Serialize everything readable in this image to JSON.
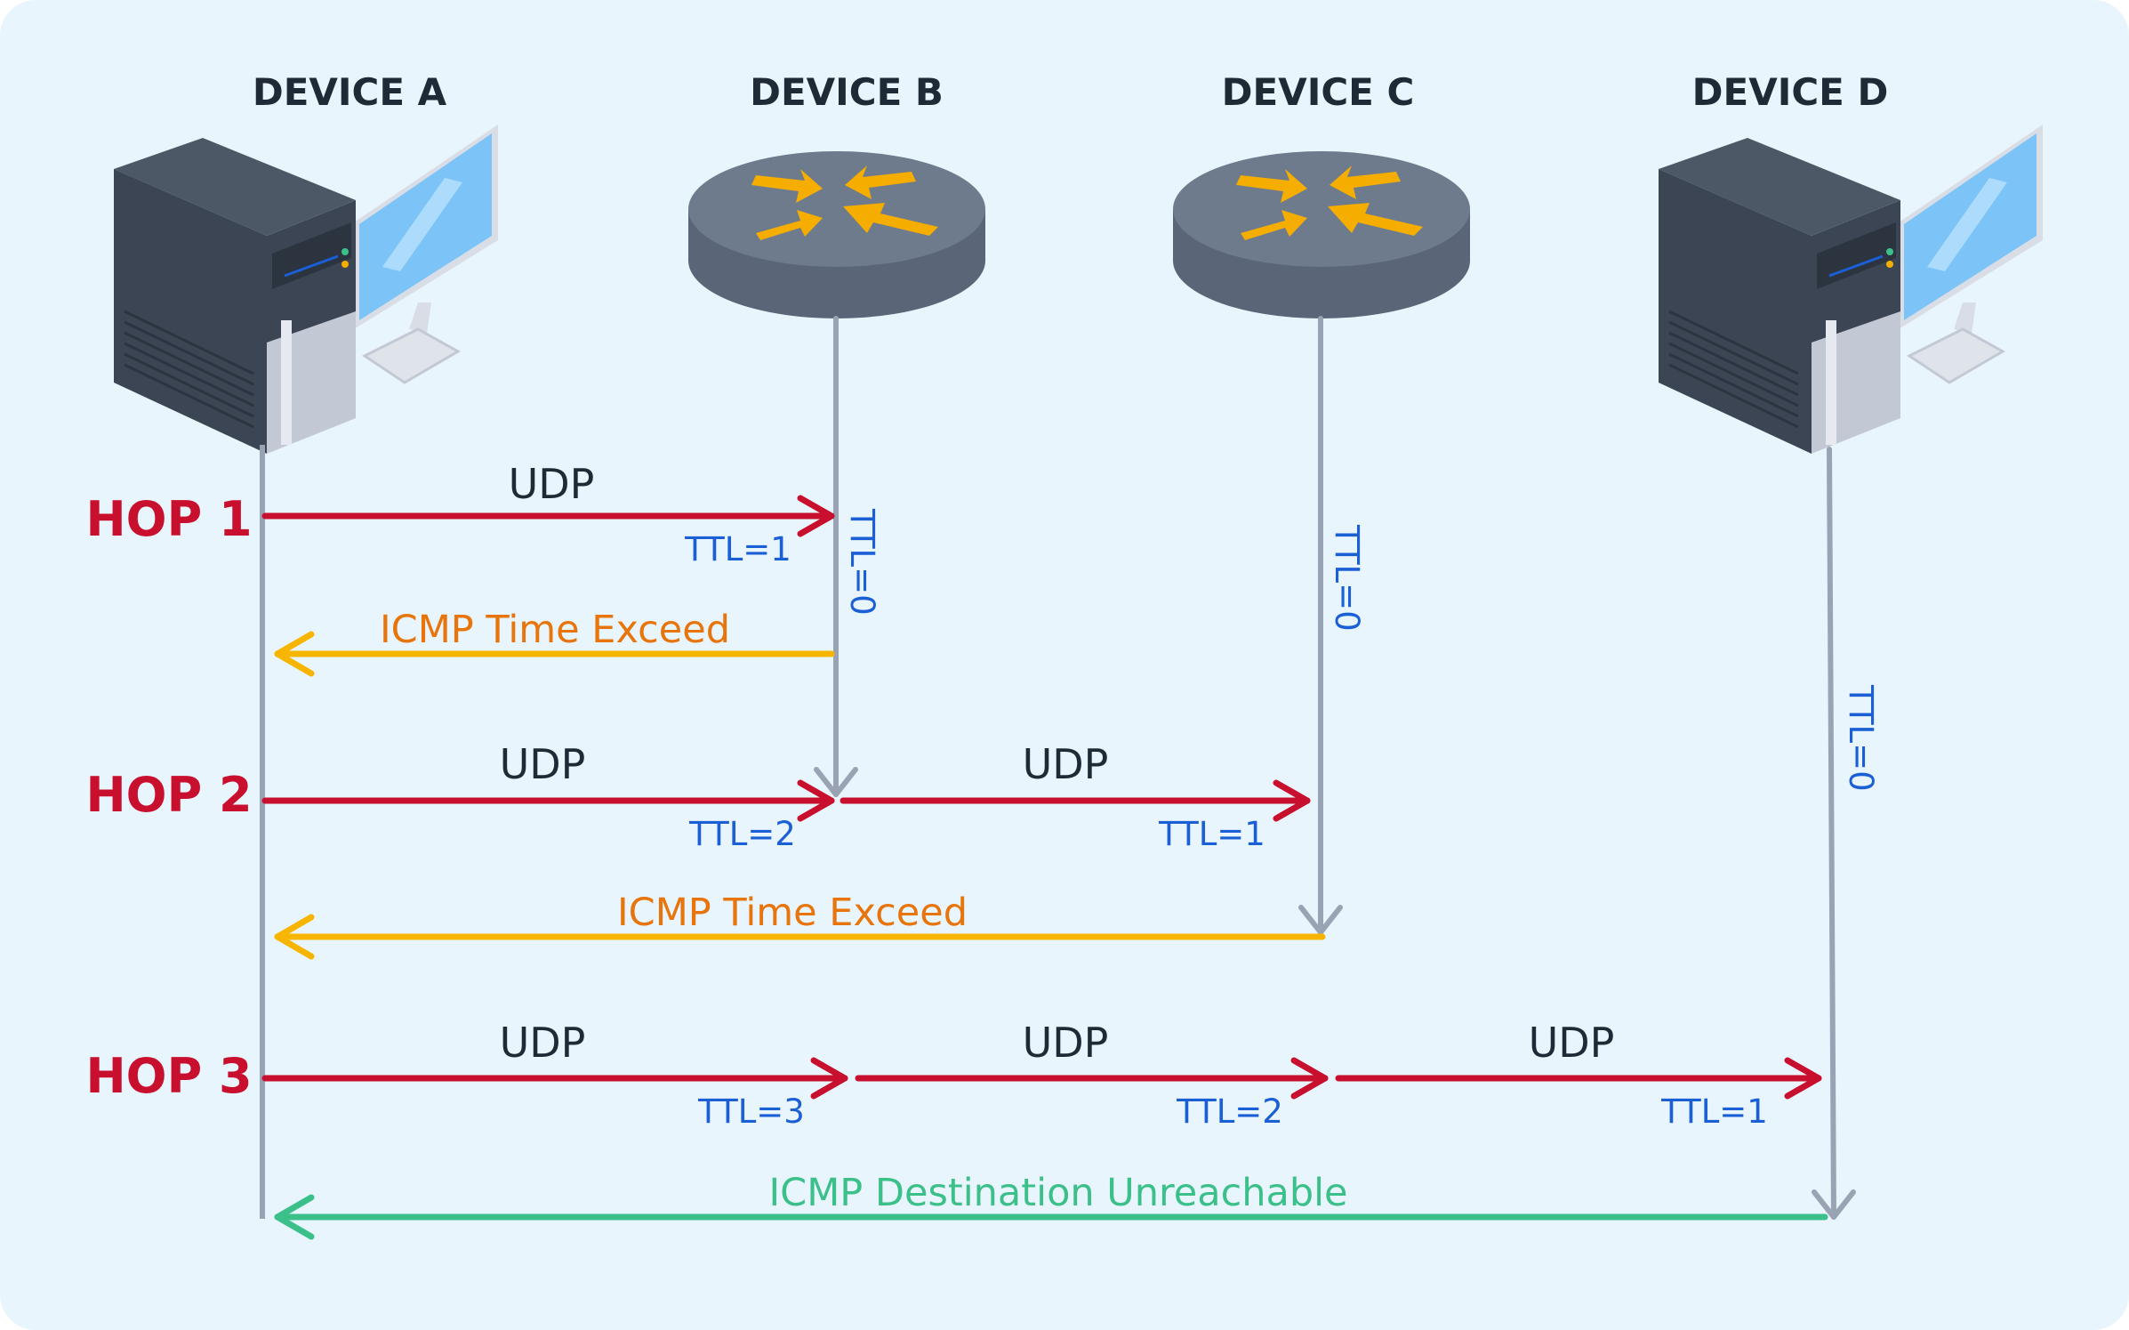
{
  "devices": [
    {
      "label": "DEVICE A",
      "kind": "computer"
    },
    {
      "label": "DEVICE B",
      "kind": "router"
    },
    {
      "label": "DEVICE C",
      "kind": "router"
    },
    {
      "label": "DEVICE D",
      "kind": "computer"
    }
  ],
  "hops": [
    {
      "label": "HOP 1",
      "udp": [
        {
          "label": "UDP",
          "ttl": "TTL=1"
        }
      ],
      "expired": "TTL=0",
      "reply": "ICMP Time Exceed"
    },
    {
      "label": "HOP 2",
      "udp": [
        {
          "label": "UDP",
          "ttl": "TTL=2"
        },
        {
          "label": "UDP",
          "ttl": "TTL=1"
        }
      ],
      "expired": "TTL=0",
      "reply": "ICMP Time Exceed"
    },
    {
      "label": "HOP 3",
      "udp": [
        {
          "label": "UDP",
          "ttl": "TTL=3"
        },
        {
          "label": "UDP",
          "ttl": "TTL=2"
        },
        {
          "label": "UDP",
          "ttl": "TTL=1"
        }
      ],
      "expired": "TTL=0",
      "reply": "ICMP Destination Unreachable"
    }
  ],
  "colors": {
    "background": "#e9f5fc",
    "udp_arrow": "#c8102e",
    "time_exceeded_arrow": "#f7b500",
    "unreachable_arrow": "#3cc08a",
    "lifeline": "#9aa3b3",
    "ttl_text": "#1b5fd6",
    "router_arrows": "#f5ad00"
  }
}
